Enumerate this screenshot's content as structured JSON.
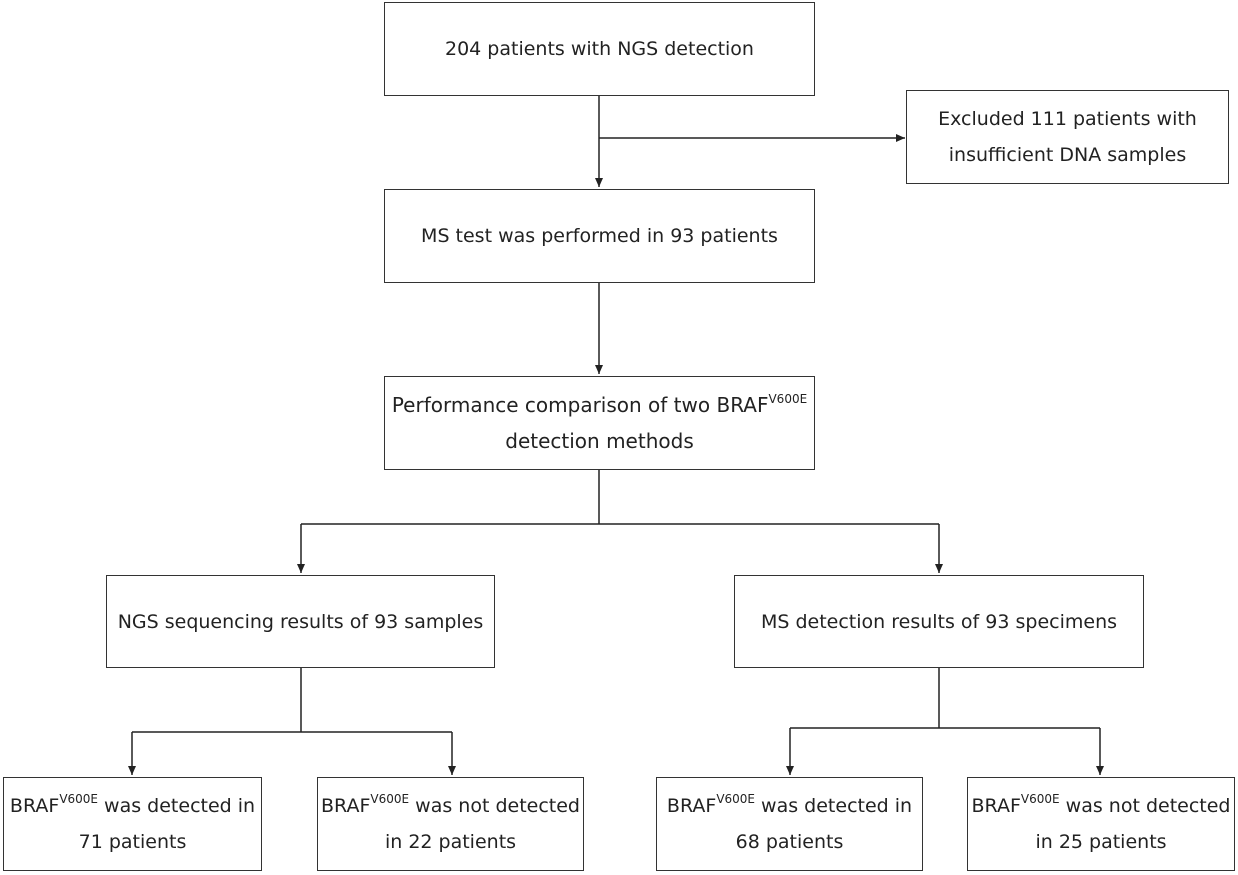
{
  "boxes": {
    "start": {
      "line1": "204 patients with NGS detection"
    },
    "excluded": {
      "line1": "Excluded 111 patients with",
      "line2": "insufficient DNA samples"
    },
    "ms_test": {
      "line1": "MS test was performed in 93 patients"
    },
    "comparison": {
      "pre": "Performance comparison of two BRAF",
      "sup": "V600E",
      "line2": "detection methods"
    },
    "ngs_results": {
      "line1": "NGS sequencing results of 93 samples"
    },
    "ms_results": {
      "line1": "MS detection results of 93 specimens"
    },
    "ngs_detected": {
      "pre": "BRAF",
      "sup": "V600E",
      "post": " was detected in",
      "line2": "71 patients"
    },
    "ngs_not_detected": {
      "pre": "BRAF",
      "sup": "V600E",
      "post": " was not detected",
      "line2": "in 22 patients"
    },
    "ms_detected": {
      "pre": "BRAF",
      "sup": "V600E",
      "post": " was detected in",
      "line2": "68 patients"
    },
    "ms_not_detected": {
      "pre": "BRAF",
      "sup": "V600E",
      "post": " was not detected",
      "line2": "in 25 patients"
    }
  }
}
